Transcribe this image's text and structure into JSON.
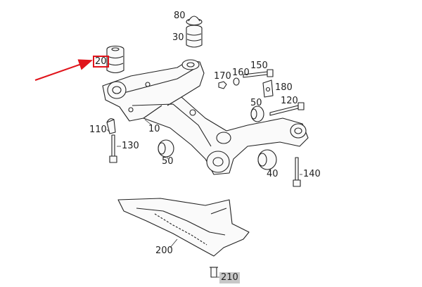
{
  "diagram": {
    "highlight_color": "#e0141b",
    "callouts": {
      "c80": "80",
      "c30": "30",
      "c20": "20",
      "c150": "150",
      "c170": "170",
      "c160": "160",
      "c180": "180",
      "c50a": "50",
      "c120": "120",
      "c110": "110",
      "c130": "130",
      "c10": "10",
      "c50b": "50",
      "c40": "40",
      "c140": "140",
      "c200": "200",
      "c210": "210"
    }
  }
}
